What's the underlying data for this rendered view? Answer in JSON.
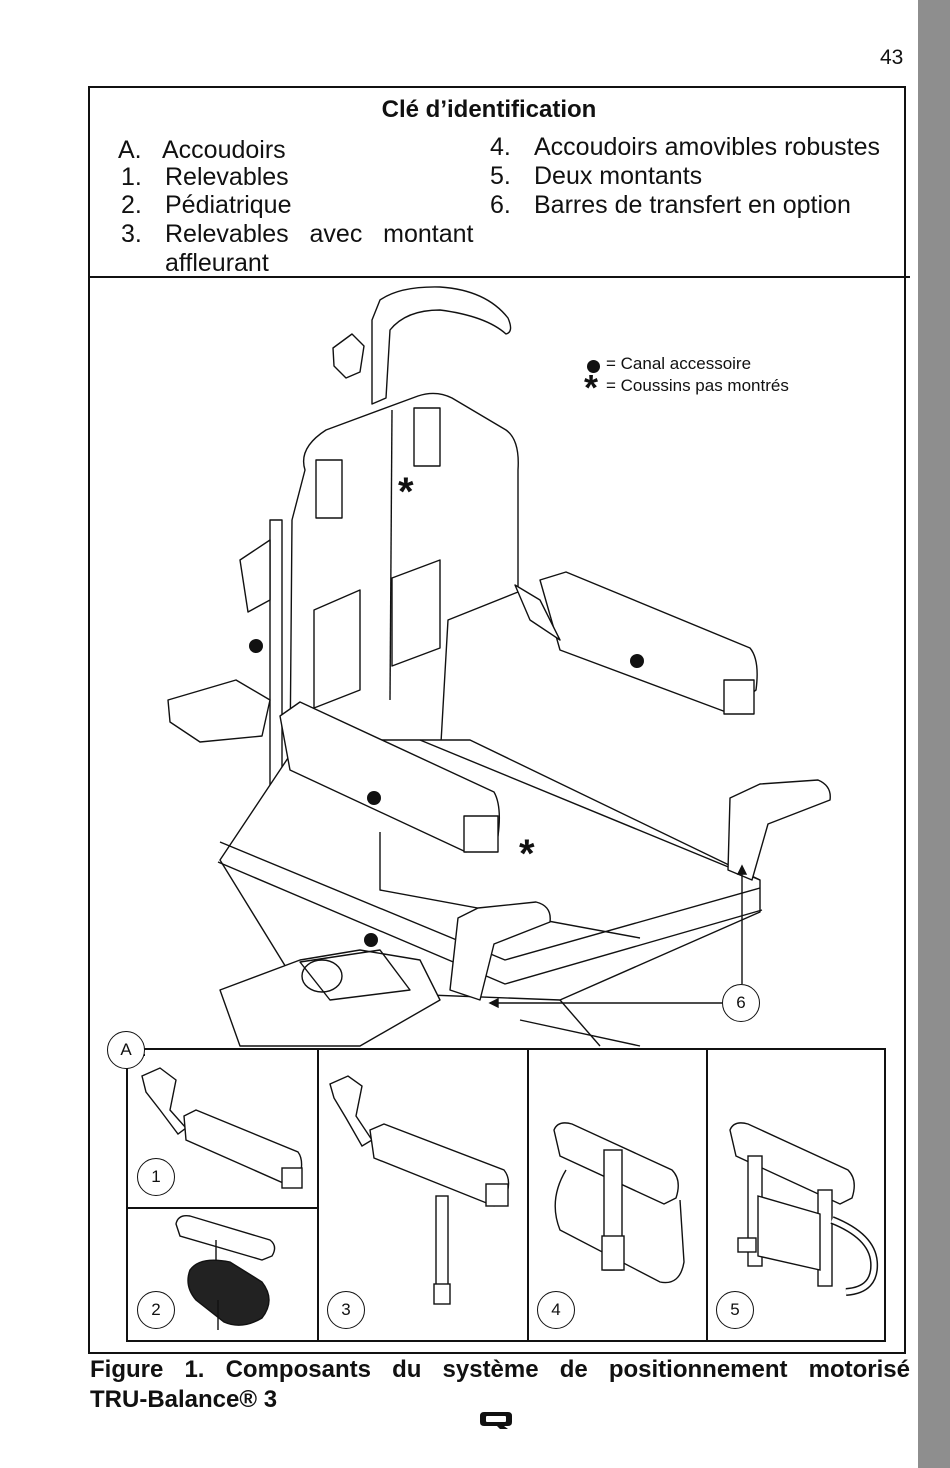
{
  "page": {
    "number": "43"
  },
  "key": {
    "title": "Clé d’identification",
    "left_items": [
      {
        "num": "A.",
        "text": "Accoudoirs"
      },
      {
        "num": "1.",
        "text": "Relevables"
      },
      {
        "num": "2.",
        "text": "Pédiatrique"
      },
      {
        "num": "3.",
        "text": "Relevables   avec   montant"
      },
      {
        "num": "",
        "text": "affleurant"
      }
    ],
    "right_items": [
      {
        "num": "4.",
        "text": "Accoudoirs amovibles robustes"
      },
      {
        "num": "5.",
        "text": "Deux montants"
      },
      {
        "num": "6.",
        "text": "Barres de transfert en option"
      }
    ]
  },
  "legend": {
    "dot_text": "= Canal accessoire",
    "star_text": "= Coussins pas montrés",
    "star_symbol": "*"
  },
  "figure": {
    "marks": [
      "*",
      "*"
    ],
    "callouts": {
      "main": "6",
      "inset": "A",
      "panels": [
        "1",
        "2",
        "3",
        "4",
        "5"
      ]
    }
  },
  "caption": {
    "line1": "Figure 1. Composants du système de positionnement motorisé",
    "line2": "TRU-Balance® 3"
  },
  "logo": {
    "name": "quantum-q-logo"
  }
}
